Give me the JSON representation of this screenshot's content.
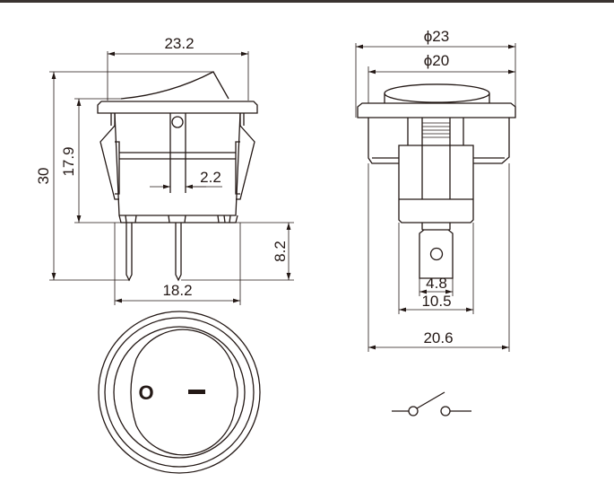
{
  "colors": {
    "line": "#231815",
    "background": "#ffffff"
  },
  "front_view": {
    "width_top": "23.2",
    "height_total": "30",
    "height_body": "17.9",
    "pin_spacing": "2.2",
    "pin_length": "8.2",
    "width_bottom": "18.2"
  },
  "side_view": {
    "flange_diameter": "ϕ23",
    "rocker_diameter": "ϕ20",
    "terminal_width": "4.8",
    "block_width": "10.5",
    "body_width": "20.6"
  },
  "top_view": {
    "off_symbol": "O",
    "on_symbol": "—"
  },
  "schematic": {
    "type": "SPST switch symbol"
  }
}
